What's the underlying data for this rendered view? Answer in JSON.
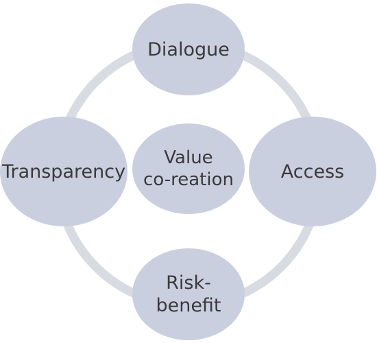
{
  "diagram": {
    "center": "Value\nco-reation",
    "nodes": {
      "top": "Dialogue",
      "left": "Transparency",
      "right": "Access",
      "bottom": "Risk-\nbenefit"
    },
    "colors": {
      "node_fill": "#c9cfdf",
      "ring": "#d8dbe1",
      "text": "#3a3a3a"
    }
  }
}
